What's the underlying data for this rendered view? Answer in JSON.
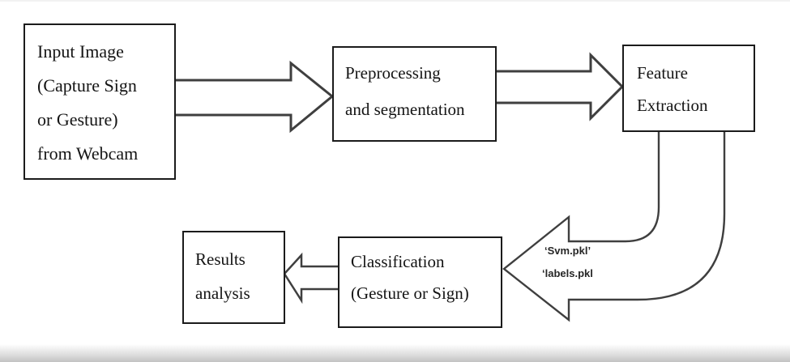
{
  "diagram": {
    "type": "flowchart",
    "boxes": {
      "input": {
        "lines": [
          "Input Image",
          "(Capture Sign",
          "or Gesture)",
          "from Webcam"
        ]
      },
      "preprocessing": {
        "lines": [
          "Preprocessing",
          "and segmentation"
        ]
      },
      "feature": {
        "lines": [
          "Feature",
          "Extraction"
        ]
      },
      "results": {
        "lines": [
          "Results",
          "analysis"
        ]
      },
      "classification": {
        "lines": [
          "Classification",
          "(Gesture or Sign)"
        ]
      }
    },
    "annotations": {
      "svm": "‘Svm.pkl’",
      "labels": "‘labels.pkl"
    },
    "flow": [
      "Input Image (Capture Sign or Gesture) from Webcam → Preprocessing and segmentation",
      "Preprocessing and segmentation → Feature Extraction",
      "Feature Extraction → Classification (Gesture or Sign) [via ‘Svm.pkl’, ‘labels.pkl]",
      "Classification (Gesture or Sign) → Results analysis"
    ],
    "colors": {
      "box_border": "#1b1b1b",
      "arrow_stroke": "#3f3f3f",
      "arrow_fill": "#ffffff",
      "text": "#141414",
      "background": "#ffffff"
    }
  }
}
